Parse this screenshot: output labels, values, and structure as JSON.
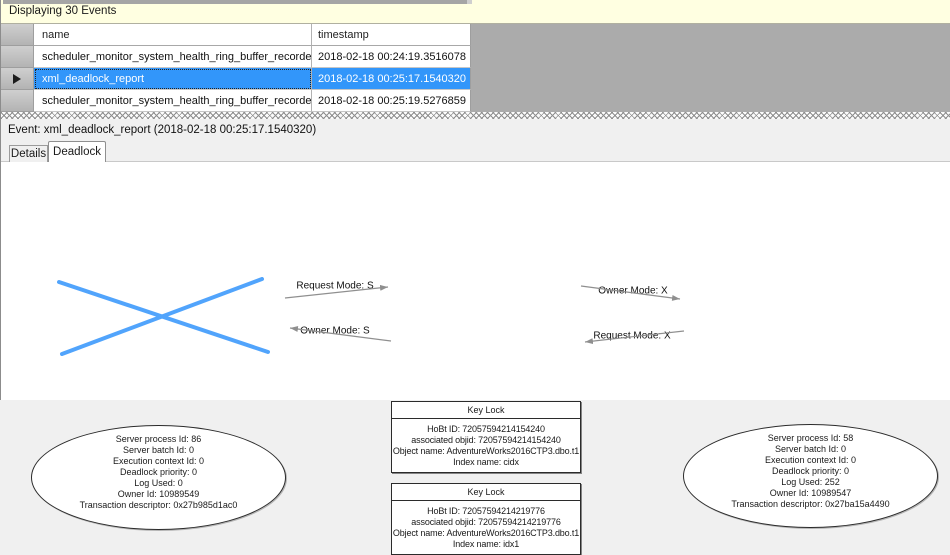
{
  "info_bar": {
    "text": "Displaying 30 Events"
  },
  "colors": {
    "selection_blue": "#3296fa",
    "victim_cross_blue": "#3f9bfc",
    "info_bar_yellow": "#ffffe1",
    "grid_filler_gray": "#ababab"
  },
  "events_table": {
    "columns": [
      "name",
      "timestamp"
    ],
    "rows": [
      {
        "name": "scheduler_monitor_system_health_ring_buffer_recorded",
        "timestamp": "2018-02-18 00:24:19.3516078"
      },
      {
        "name": "xml_deadlock_report",
        "timestamp": "2018-02-18 00:25:17.1540320"
      },
      {
        "name": "scheduler_monitor_system_health_ring_buffer_recorded",
        "timestamp": "2018-02-18 00:25:19.5276859"
      }
    ],
    "selected_row_index": 1
  },
  "event_bar": {
    "text": "Event: xml_deadlock_report (2018-02-18 00:25:17.1540320)"
  },
  "tabs": {
    "details": "Details",
    "deadlock": "Deadlock",
    "active": "Deadlock"
  },
  "deadlock_graph": {
    "process_left": {
      "victim": true,
      "lines": [
        "Server process Id: 86",
        "Server batch Id: 0",
        "Execution context Id: 0",
        "Deadlock priority: 0",
        "Log Used: 0",
        "Owner Id: 10989549",
        "Transaction descriptor: 0x27b985d1ac0"
      ]
    },
    "process_right": {
      "victim": false,
      "lines": [
        "Server process Id: 58",
        "Server batch Id: 0",
        "Execution context Id: 0",
        "Deadlock priority: 0",
        "Log Used: 252",
        "Owner Id: 10989547",
        "Transaction descriptor: 0x27ba15a4490"
      ]
    },
    "lock_top": {
      "title": "Key Lock",
      "lines": [
        "HoBt ID: 72057594214154240",
        "associated objid: 72057594214154240",
        "Object name: AdventureWorks2016CTP3.dbo.t1",
        "Index name: cidx"
      ]
    },
    "lock_bottom": {
      "title": "Key Lock",
      "lines": [
        "HoBt ID: 72057594214219776",
        "associated objid: 72057594214219776",
        "Object name: AdventureWorks2016CTP3.dbo.t1",
        "Index name: idx1"
      ]
    },
    "edge_labels": {
      "request_s": "Request Mode: S",
      "owner_s": "Owner Mode: S",
      "owner_x": "Owner Mode: X",
      "request_x": "Request Mode: X"
    }
  }
}
